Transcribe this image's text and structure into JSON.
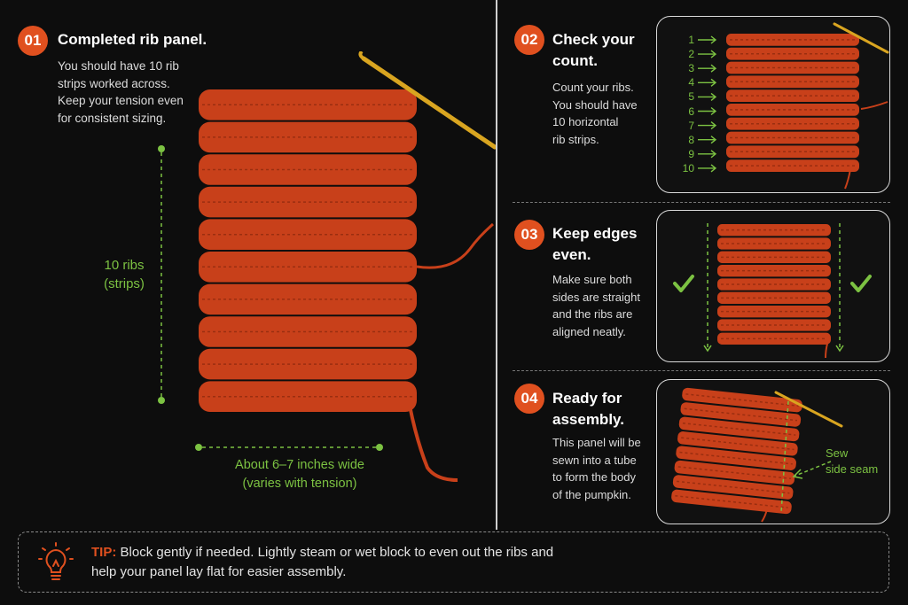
{
  "colors": {
    "accent": "#e0501f",
    "green": "#7cc242",
    "yarn": "#c8401a",
    "background": "#0d0d0d"
  },
  "steps": [
    {
      "number": "01",
      "title": "Completed rib panel.",
      "body_lines": [
        "You should have 10 rib",
        "strips worked across.",
        "Keep your tension even",
        "for consistent sizing."
      ]
    },
    {
      "number": "02",
      "title_lines": [
        "Check your",
        "count."
      ],
      "body_lines": [
        "Count your ribs.",
        "You should have",
        "10 horizontal",
        "rib strips."
      ]
    },
    {
      "number": "03",
      "title_lines": [
        "Keep edges",
        "even."
      ],
      "body_lines": [
        "Make sure both",
        "sides are straight",
        "and the ribs are",
        "aligned neatly."
      ]
    },
    {
      "number": "04",
      "title_lines": [
        "Ready for",
        "assembly."
      ],
      "body_lines": [
        "This panel will be",
        "sewn into a tube",
        "to form the body",
        "of the pumpkin."
      ]
    }
  ],
  "annotations": {
    "ribs_lines": [
      "10 ribs",
      "(strips)"
    ],
    "width_lines": [
      "About 6–7 inches wide",
      "(varies with tension)"
    ],
    "rib_numbers": [
      "1",
      "2",
      "3",
      "4",
      "5",
      "6",
      "7",
      "8",
      "9",
      "10"
    ],
    "seam_lines": [
      "Sew",
      "side seam"
    ]
  },
  "tip": {
    "label": "TIP:",
    "line1": "Block gently if needed. Lightly steam or wet block to even out the ribs and",
    "line2": "help your panel lay flat for easier assembly.",
    "icon": "lightbulb-icon"
  }
}
